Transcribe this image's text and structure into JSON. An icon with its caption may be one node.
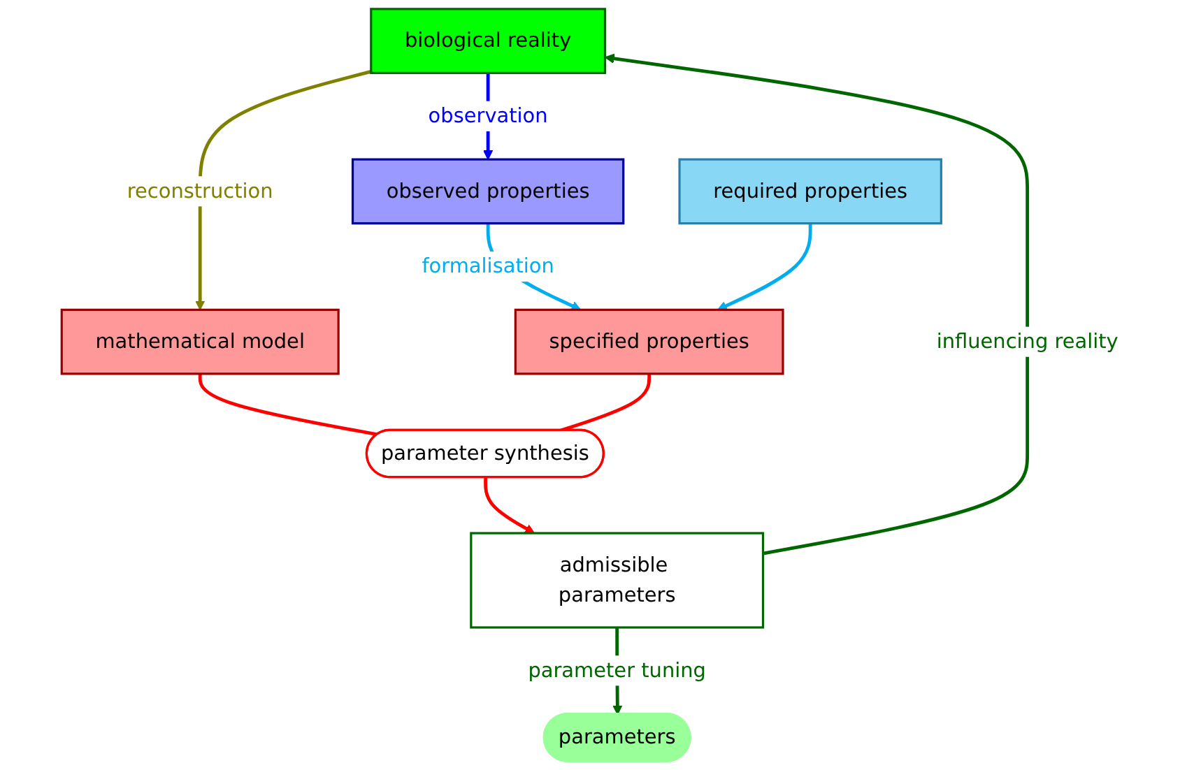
{
  "diagram": {
    "nodes": [
      {
        "text": [
          "biological reality"
        ]
      },
      {
        "text": [
          "parameters"
        ]
      },
      {
        "text": [
          "mathematical model"
        ]
      },
      {
        "text": [
          "parameter synthesis"
        ]
      },
      {
        "text": [
          "admissible parameters"
        ]
      },
      {
        "text": [
          "observed properties"
        ]
      },
      {
        "text": [
          "specified properties"
        ]
      },
      {
        "text": [
          "required properties"
        ]
      }
    ],
    "edges": [
      {
        "from": 0,
        "to": 2,
        "arrow": "to",
        "label": "reconstruction",
        "color": "#808000"
      },
      {
        "from": 0,
        "to": 5,
        "arrow": "to",
        "label": "observation",
        "color": "#0000ff"
      },
      {
        "from": 5,
        "to": 6,
        "arrow": "to",
        "label": "formalisation",
        "color": "#00aeef"
      },
      {
        "from": 7,
        "to": 6,
        "arrow": "to",
        "color": "#00aeef"
      },
      {
        "from": 2,
        "to": 3,
        "arrow": "none",
        "color": "#ff0000"
      },
      {
        "from": 6,
        "to": 3,
        "arrow": "none",
        "color": "#ff0000"
      },
      {
        "from": 3,
        "to": 4,
        "arrow": "to",
        "color": "#ff0000"
      },
      {
        "from": 4,
        "to": 1,
        "arrow": "to",
        "label": "parameter tuning",
        "color": "#006600"
      },
      {
        "from": 4,
        "to": 0,
        "arrow": "to",
        "label": "influencing reality",
        "color": "#006600"
      }
    ]
  }
}
